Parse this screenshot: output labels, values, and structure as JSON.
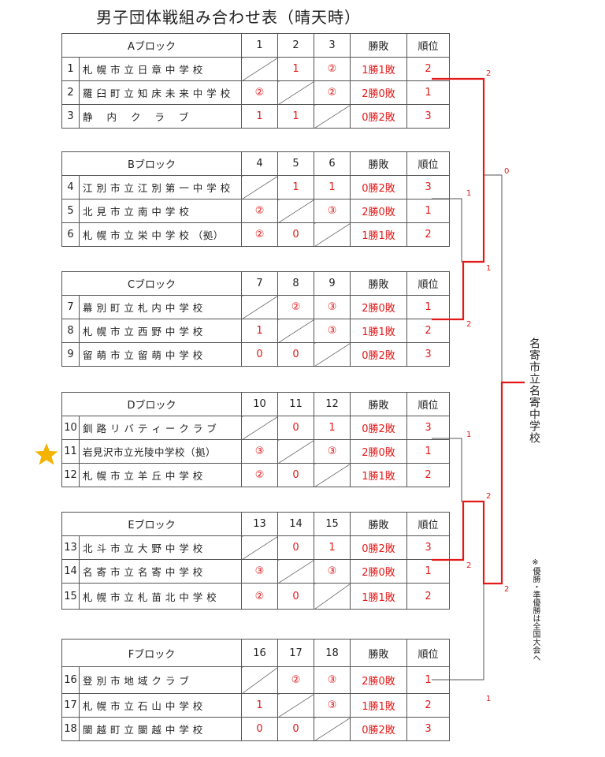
{
  "title": "男子団体戦組み合わせ表（晴天時）",
  "headers": {
    "result": "勝敗",
    "rank": "順位"
  },
  "blocks": [
    {
      "label": "Aブロック",
      "nums": [
        "1",
        "2",
        "3"
      ],
      "rows": [
        {
          "no": "1",
          "name": "札 幌 市 立 日 章 中 学 校",
          "m": [
            "",
            "1",
            "②"
          ],
          "result": "1勝1敗",
          "rank": "2"
        },
        {
          "no": "2",
          "name": "羅 臼 町 立 知 床 未 来 中 学 校",
          "m": [
            "②",
            "",
            "②"
          ],
          "result": "2勝0敗",
          "rank": "1"
        },
        {
          "no": "3",
          "name": "静　 内　 ク　 ラ　 ブ",
          "m": [
            "1",
            "1",
            ""
          ],
          "result": "0勝2敗",
          "rank": "3"
        }
      ]
    },
    {
      "label": "Bブロック",
      "nums": [
        "4",
        "5",
        "6"
      ],
      "rows": [
        {
          "no": "4",
          "name": "江 別 市 立 江 別 第 一 中 学 校",
          "m": [
            "",
            "1",
            "1"
          ],
          "result": "0勝2敗",
          "rank": "3"
        },
        {
          "no": "5",
          "name": "北 見 市 立 南 中 学 校",
          "m": [
            "②",
            "",
            "③"
          ],
          "result": "2勝0敗",
          "rank": "1"
        },
        {
          "no": "6",
          "name": "札 幌 市 立 栄 中 学 校 （拠）",
          "m": [
            "②",
            "0",
            ""
          ],
          "result": "1勝1敗",
          "rank": "2"
        }
      ]
    },
    {
      "label": "Cブロック",
      "nums": [
        "7",
        "8",
        "9"
      ],
      "rows": [
        {
          "no": "7",
          "name": "幕 別 町 立 札 内 中 学 校",
          "m": [
            "",
            "②",
            "③"
          ],
          "result": "2勝0敗",
          "rank": "1"
        },
        {
          "no": "8",
          "name": "札 幌 市 立 西 野 中 学 校",
          "m": [
            "1",
            "",
            "③"
          ],
          "result": "1勝1敗",
          "rank": "2"
        },
        {
          "no": "9",
          "name": "留 萌 市 立 留 萌 中 学 校",
          "m": [
            "0",
            "0",
            ""
          ],
          "result": "0勝2敗",
          "rank": "3"
        }
      ]
    },
    {
      "label": "Dブロック",
      "nums": [
        "10",
        "11",
        "12"
      ],
      "rows": [
        {
          "no": "10",
          "name": "釧 路 リ バ テ ィ ー ク ラ ブ",
          "m": [
            "",
            "0",
            "1"
          ],
          "result": "0勝2敗",
          "rank": "3"
        },
        {
          "no": "11",
          "name": "岩見沢市立光陵中学校（拠）",
          "m": [
            "③",
            "",
            "③"
          ],
          "result": "2勝0敗",
          "rank": "1"
        },
        {
          "no": "12",
          "name": "札 幌 市 立 羊 丘 中 学 校",
          "m": [
            "②",
            "0",
            ""
          ],
          "result": "1勝1敗",
          "rank": "2"
        }
      ]
    },
    {
      "label": "Eブロック",
      "nums": [
        "13",
        "14",
        "15"
      ],
      "rows": [
        {
          "no": "13",
          "name": "北 斗 市 立 大 野 中 学 校",
          "m": [
            "",
            "0",
            "1"
          ],
          "result": "0勝2敗",
          "rank": "3"
        },
        {
          "no": "14",
          "name": "名 寄 市 立 名 寄 中 学 校",
          "m": [
            "③",
            "",
            "③"
          ],
          "result": "2勝0敗",
          "rank": "1"
        },
        {
          "no": "15",
          "name": "札 幌 市 立 札 苗 北 中 学 校",
          "m": [
            "②",
            "0",
            ""
          ],
          "result": "1勝1敗",
          "rank": "2"
        }
      ]
    },
    {
      "label": "Fブロック",
      "nums": [
        "16",
        "17",
        "18"
      ],
      "rows": [
        {
          "no": "16",
          "name": "登 別 市 地 域 ク ラ ブ",
          "m": [
            "",
            "②",
            "③"
          ],
          "result": "2勝0敗",
          "rank": "1"
        },
        {
          "no": "17",
          "name": "札 幌 市 立 石 山 中 学 校",
          "m": [
            "1",
            "",
            "③"
          ],
          "result": "1勝1敗",
          "rank": "2"
        },
        {
          "no": "18",
          "name": "闌 越 町 立 闌 越 中 学 校",
          "m": [
            "0",
            "0",
            ""
          ],
          "result": "0勝2敗",
          "rank": "3"
        }
      ]
    }
  ],
  "bracket_scores": {
    "top_ab": "2",
    "top_final": "0",
    "b_entry": "1",
    "c_up": "1",
    "c_entry": "2",
    "d_entry": "1",
    "de_win": "2",
    "e_entry": "2",
    "bottom_final": "2",
    "f_entry": "1"
  },
  "champion": "名寄市立名寄中学校",
  "note": "※優勝・準優勝は全国大会へ",
  "colors": {
    "accent": "#e41818",
    "line": "#555555",
    "star": "#f5b301"
  },
  "star_icon": "star-icon"
}
